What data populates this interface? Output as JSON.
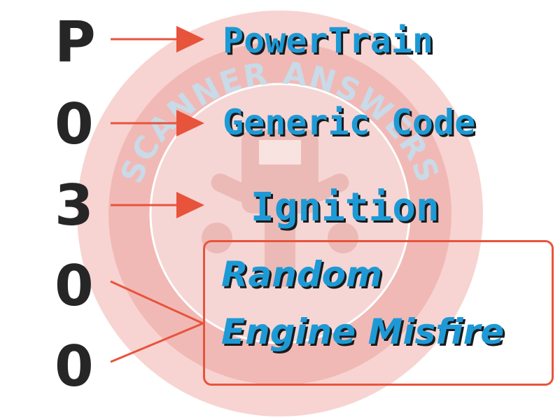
{
  "watermark": {
    "text": "SCANNER ANSWERS",
    "colors": {
      "outer_ring": "#f3c9c6",
      "inner_disc": "#f6d8d6",
      "text": "#c8d8e6"
    }
  },
  "code": {
    "digits": [
      "P",
      "0",
      "3",
      "0",
      "0"
    ]
  },
  "meanings": {
    "powertrain": "PowerTrain",
    "generic": "Generic Code",
    "ignition": "Ignition",
    "random": "Random",
    "misfire": "Engine Misfire"
  },
  "colors": {
    "digit": "#262626",
    "label": "#1d9ad6",
    "label_shadow": "#1a1a1a",
    "arrow": "#e8533c",
    "box_border": "#e8533c"
  }
}
